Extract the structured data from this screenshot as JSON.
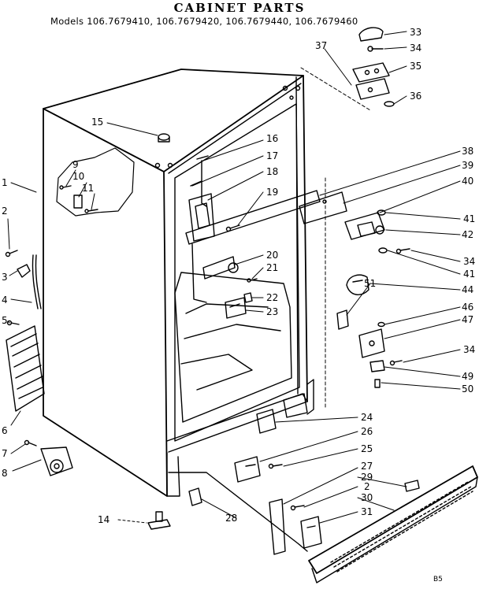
{
  "title": "CABINET PARTS",
  "models": "Models 106.7679410, 106.7679420, 106.7679440, 106.7679460",
  "footer_code": "B5",
  "callouts": [
    {
      "id": "c1",
      "label": "1"
    },
    {
      "id": "c2",
      "label": "2"
    },
    {
      "id": "c3",
      "label": "3"
    },
    {
      "id": "c4",
      "label": "4"
    },
    {
      "id": "c5",
      "label": "5"
    },
    {
      "id": "c6",
      "label": "6"
    },
    {
      "id": "c7",
      "label": "7"
    },
    {
      "id": "c8",
      "label": "8"
    },
    {
      "id": "c9",
      "label": "9"
    },
    {
      "id": "c10",
      "label": "10"
    },
    {
      "id": "c11",
      "label": "11"
    },
    {
      "id": "c14",
      "label": "14"
    },
    {
      "id": "c15",
      "label": "15"
    },
    {
      "id": "c16",
      "label": "16"
    },
    {
      "id": "c17",
      "label": "17"
    },
    {
      "id": "c18",
      "label": "18"
    },
    {
      "id": "c19",
      "label": "19"
    },
    {
      "id": "c20",
      "label": "20"
    },
    {
      "id": "c21",
      "label": "21"
    },
    {
      "id": "c22",
      "label": "22"
    },
    {
      "id": "c23",
      "label": "23"
    },
    {
      "id": "c24",
      "label": "24"
    },
    {
      "id": "c25",
      "label": "25"
    },
    {
      "id": "c26",
      "label": "26"
    },
    {
      "id": "c27",
      "label": "27"
    },
    {
      "id": "c28",
      "label": "28"
    },
    {
      "id": "c29",
      "label": "29"
    },
    {
      "id": "c2b",
      "label": "2"
    },
    {
      "id": "c30",
      "label": "30"
    },
    {
      "id": "c31",
      "label": "31"
    },
    {
      "id": "c33",
      "label": "33"
    },
    {
      "id": "c34a",
      "label": "34"
    },
    {
      "id": "c35",
      "label": "35"
    },
    {
      "id": "c36",
      "label": "36"
    },
    {
      "id": "c37",
      "label": "37"
    },
    {
      "id": "c38",
      "label": "38"
    },
    {
      "id": "c39",
      "label": "39"
    },
    {
      "id": "c40",
      "label": "40"
    },
    {
      "id": "c41a",
      "label": "41"
    },
    {
      "id": "c42",
      "label": "42"
    },
    {
      "id": "c34b",
      "label": "34"
    },
    {
      "id": "c41b",
      "label": "41"
    },
    {
      "id": "c44",
      "label": "44"
    },
    {
      "id": "c51",
      "label": "51"
    },
    {
      "id": "c46",
      "label": "46"
    },
    {
      "id": "c47",
      "label": "47"
    },
    {
      "id": "c34c",
      "label": "34"
    },
    {
      "id": "c49",
      "label": "49"
    },
    {
      "id": "c50",
      "label": "50"
    }
  ]
}
